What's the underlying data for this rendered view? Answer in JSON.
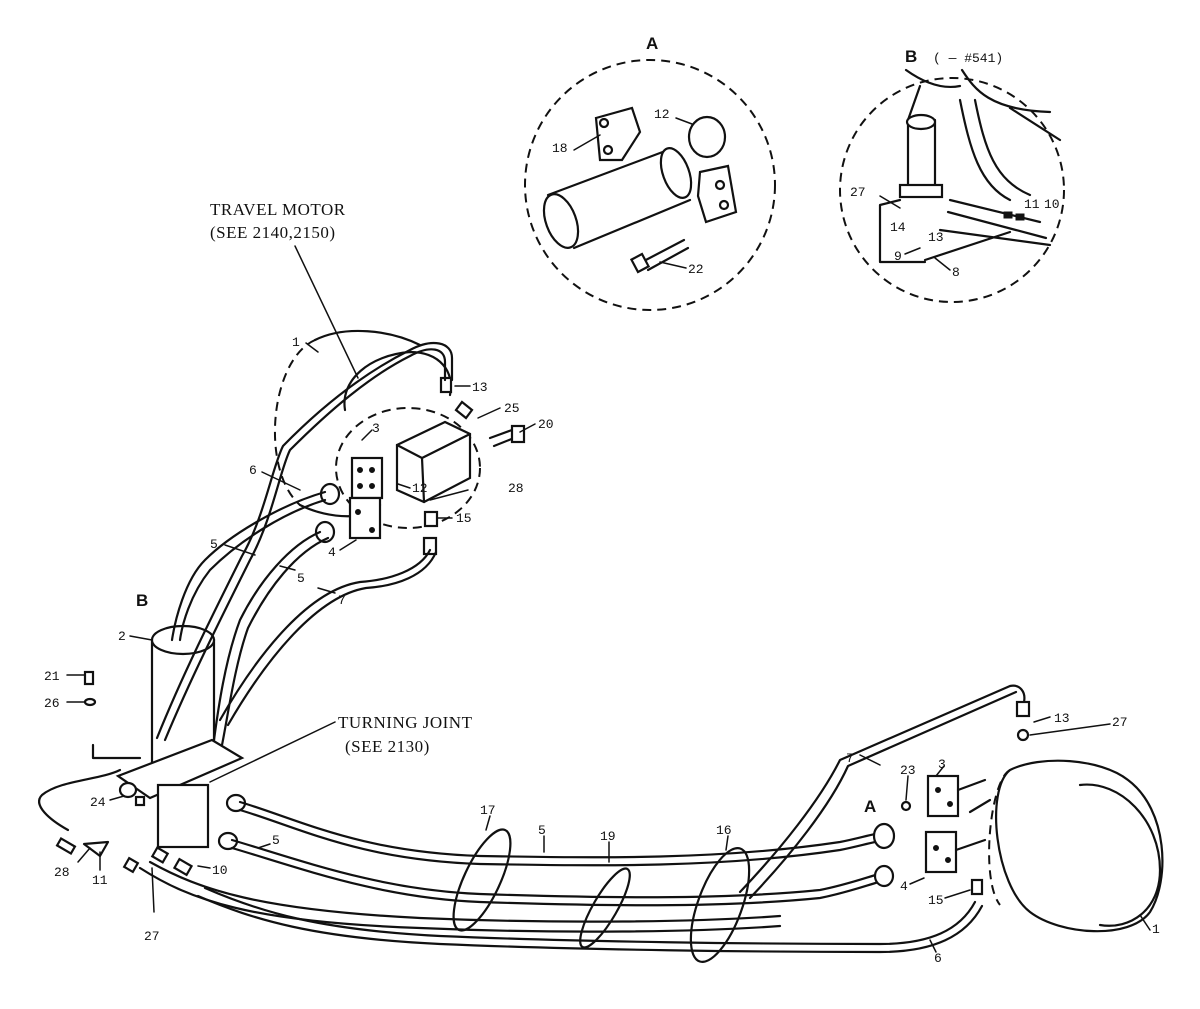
{
  "detail_a": {
    "title": "A"
  },
  "detail_b": {
    "title": "B",
    "note": "( — #541)"
  },
  "callouts": {
    "travel_motor_line1": "TRAVEL MOTOR",
    "travel_motor_line2": "(SEE 2140,2150)",
    "turning_joint_line1": "TURNING JOINT",
    "turning_joint_line2": "(SEE 2130)"
  },
  "markers": {
    "b_main": "B",
    "a_main": "A"
  },
  "part_numbers": {
    "a_18": "18",
    "a_12": "12",
    "a_22": "22",
    "b_27": "27",
    "b_14": "14",
    "b_13": "13",
    "b_11": "11",
    "b_10": "10",
    "b_9": "9",
    "b_8": "8",
    "m1_1": "1",
    "m1_13": "13",
    "m1_25": "25",
    "m1_20": "20",
    "m1_3": "3",
    "m1_6": "6",
    "m1_12": "12",
    "m1_28": "28",
    "m1_15": "15",
    "m1_4": "4",
    "m1_5a": "5",
    "m1_5b": "5",
    "m1_7": "7",
    "tj_2": "2",
    "tj_21": "21",
    "tj_26": "26",
    "tj_24": "24",
    "tj_28": "28",
    "tj_11": "11",
    "tj_10": "10",
    "tj_27": "27",
    "h_5a": "5",
    "h_17": "17",
    "h_5b": "5",
    "h_19": "19",
    "h_16": "16",
    "m2_7": "7",
    "m2_13": "13",
    "m2_27": "27",
    "m2_23": "23",
    "m2_3": "3",
    "m2_4": "4",
    "m2_15": "15",
    "m2_6": "6",
    "m2_1": "1"
  }
}
